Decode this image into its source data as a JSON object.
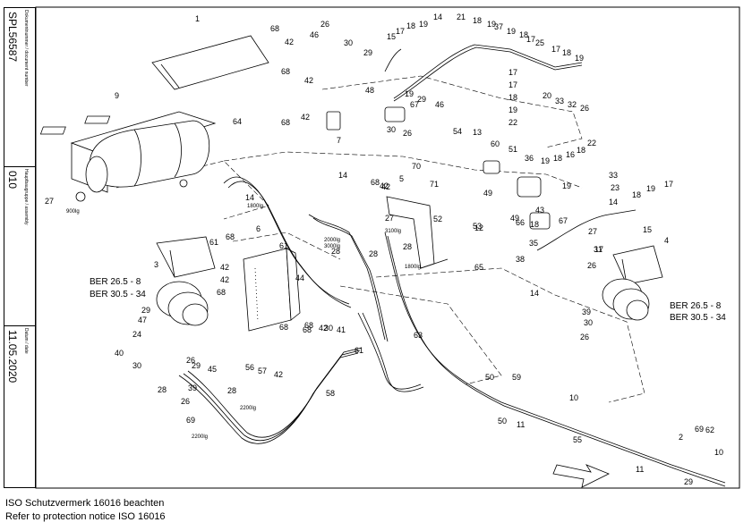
{
  "side_panel": {
    "doc_number_caption": "Dokumentnummer / document number",
    "doc_number": "SPL56587",
    "group_caption": "Hauptbaugruppe / assembly",
    "group": "010",
    "date_caption": "Datum / date",
    "date": "11.05.2020"
  },
  "footer": {
    "line_de": "ISO Schutzvermerk 16016 beachten",
    "line_en": "Refer to protection notice ISO 16016"
  },
  "ber_labels": [
    "BER 26.5 - 8",
    "BER 30.5 - 34"
  ],
  "length_labels": [
    "900lg",
    "1800lg",
    "3000lg",
    "2000lg",
    "3100lg",
    "1800lg",
    "2200lg",
    "2200lg"
  ],
  "part_numbers": [
    "1",
    "68",
    "42",
    "26",
    "46",
    "30",
    "29",
    "9",
    "64",
    "68",
    "42",
    "68",
    "42",
    "7",
    "27",
    "15",
    "17",
    "18",
    "19",
    "14",
    "21",
    "18",
    "19",
    "37",
    "19",
    "18",
    "17",
    "25",
    "17",
    "18",
    "19",
    "17",
    "48",
    "67",
    "19",
    "29",
    "46",
    "30",
    "26",
    "17",
    "18",
    "19",
    "20",
    "33",
    "32",
    "26",
    "22",
    "54",
    "13",
    "60",
    "51",
    "36",
    "19",
    "18",
    "16",
    "18",
    "22",
    "33",
    "23",
    "14",
    "70",
    "5",
    "71",
    "68",
    "42",
    "14",
    "18",
    "19",
    "17",
    "27",
    "14",
    "68",
    "42",
    "27",
    "49",
    "52",
    "53",
    "49",
    "66",
    "43",
    "67",
    "19",
    "17",
    "31",
    "15",
    "4",
    "61",
    "3",
    "6",
    "42",
    "61",
    "42",
    "28",
    "28",
    "28",
    "12",
    "35",
    "18",
    "65",
    "38",
    "26",
    "14",
    "44",
    "68",
    "68",
    "30",
    "29",
    "47",
    "24",
    "40",
    "30",
    "29",
    "39",
    "26",
    "45",
    "28",
    "26",
    "28",
    "69",
    "56",
    "57",
    "42",
    "68",
    "68",
    "42",
    "41",
    "61",
    "63",
    "58",
    "50",
    "59",
    "50",
    "11",
    "10",
    "55",
    "2",
    "69",
    "62",
    "11",
    "10",
    "29",
    "30",
    "39",
    "26"
  ]
}
